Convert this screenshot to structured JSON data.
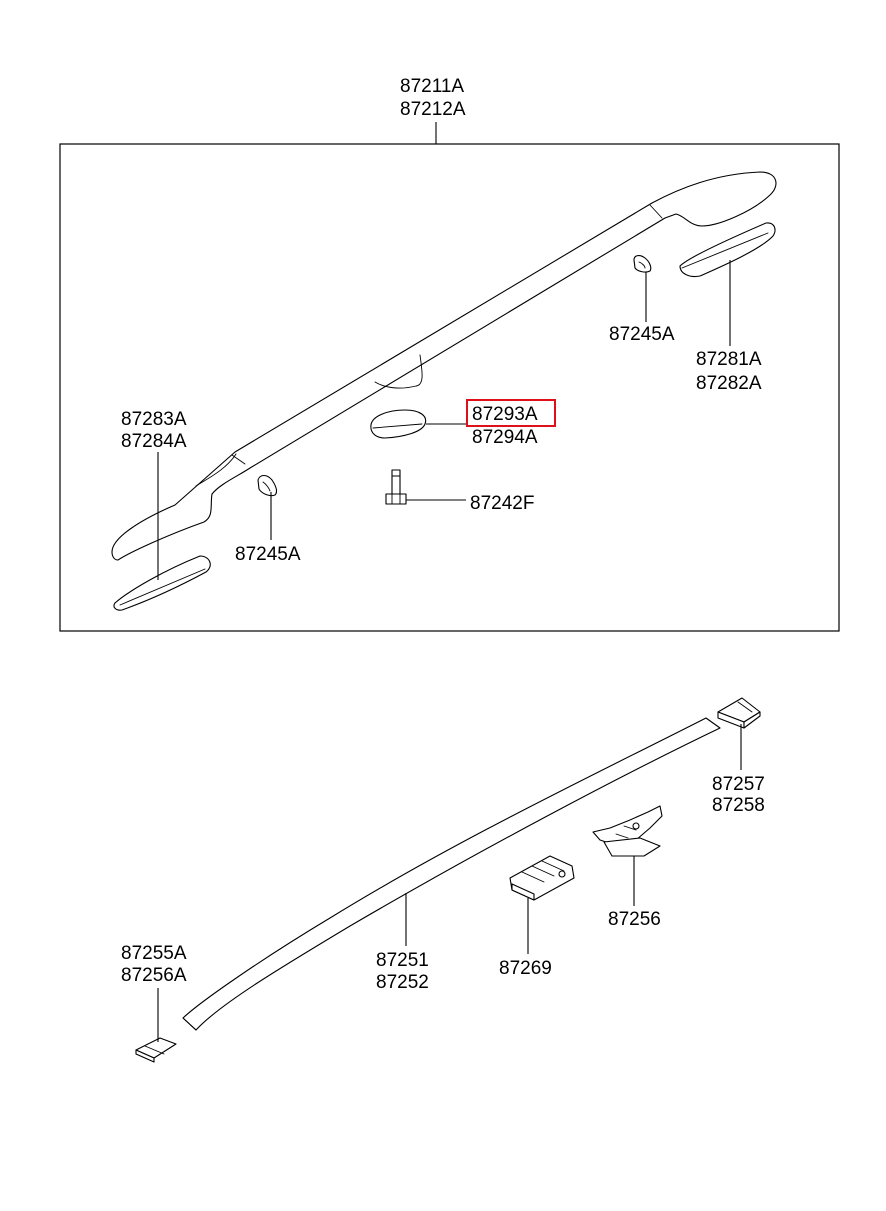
{
  "callouts": {
    "rack_assembly": [
      "87211A",
      "87212A"
    ],
    "holder_right": "87245A",
    "front_end_cover": [
      "87281A",
      "87282A"
    ],
    "rear_end_cover": [
      "87283A",
      "87284A"
    ],
    "center_cover": [
      "87293A",
      "87294A"
    ],
    "bolt": "87242F",
    "holder_left": "87245A",
    "moulding_end_rear": [
      "87257",
      "87258"
    ],
    "clip": "87256",
    "moulding": [
      "87251",
      "87252"
    ],
    "retainer": "87269",
    "moulding_end_front": [
      "87255A",
      "87256A"
    ]
  },
  "highlighted_part": "87293A",
  "colors": {
    "line": "#000000",
    "highlight": "#e0101a",
    "background": "#ffffff"
  }
}
